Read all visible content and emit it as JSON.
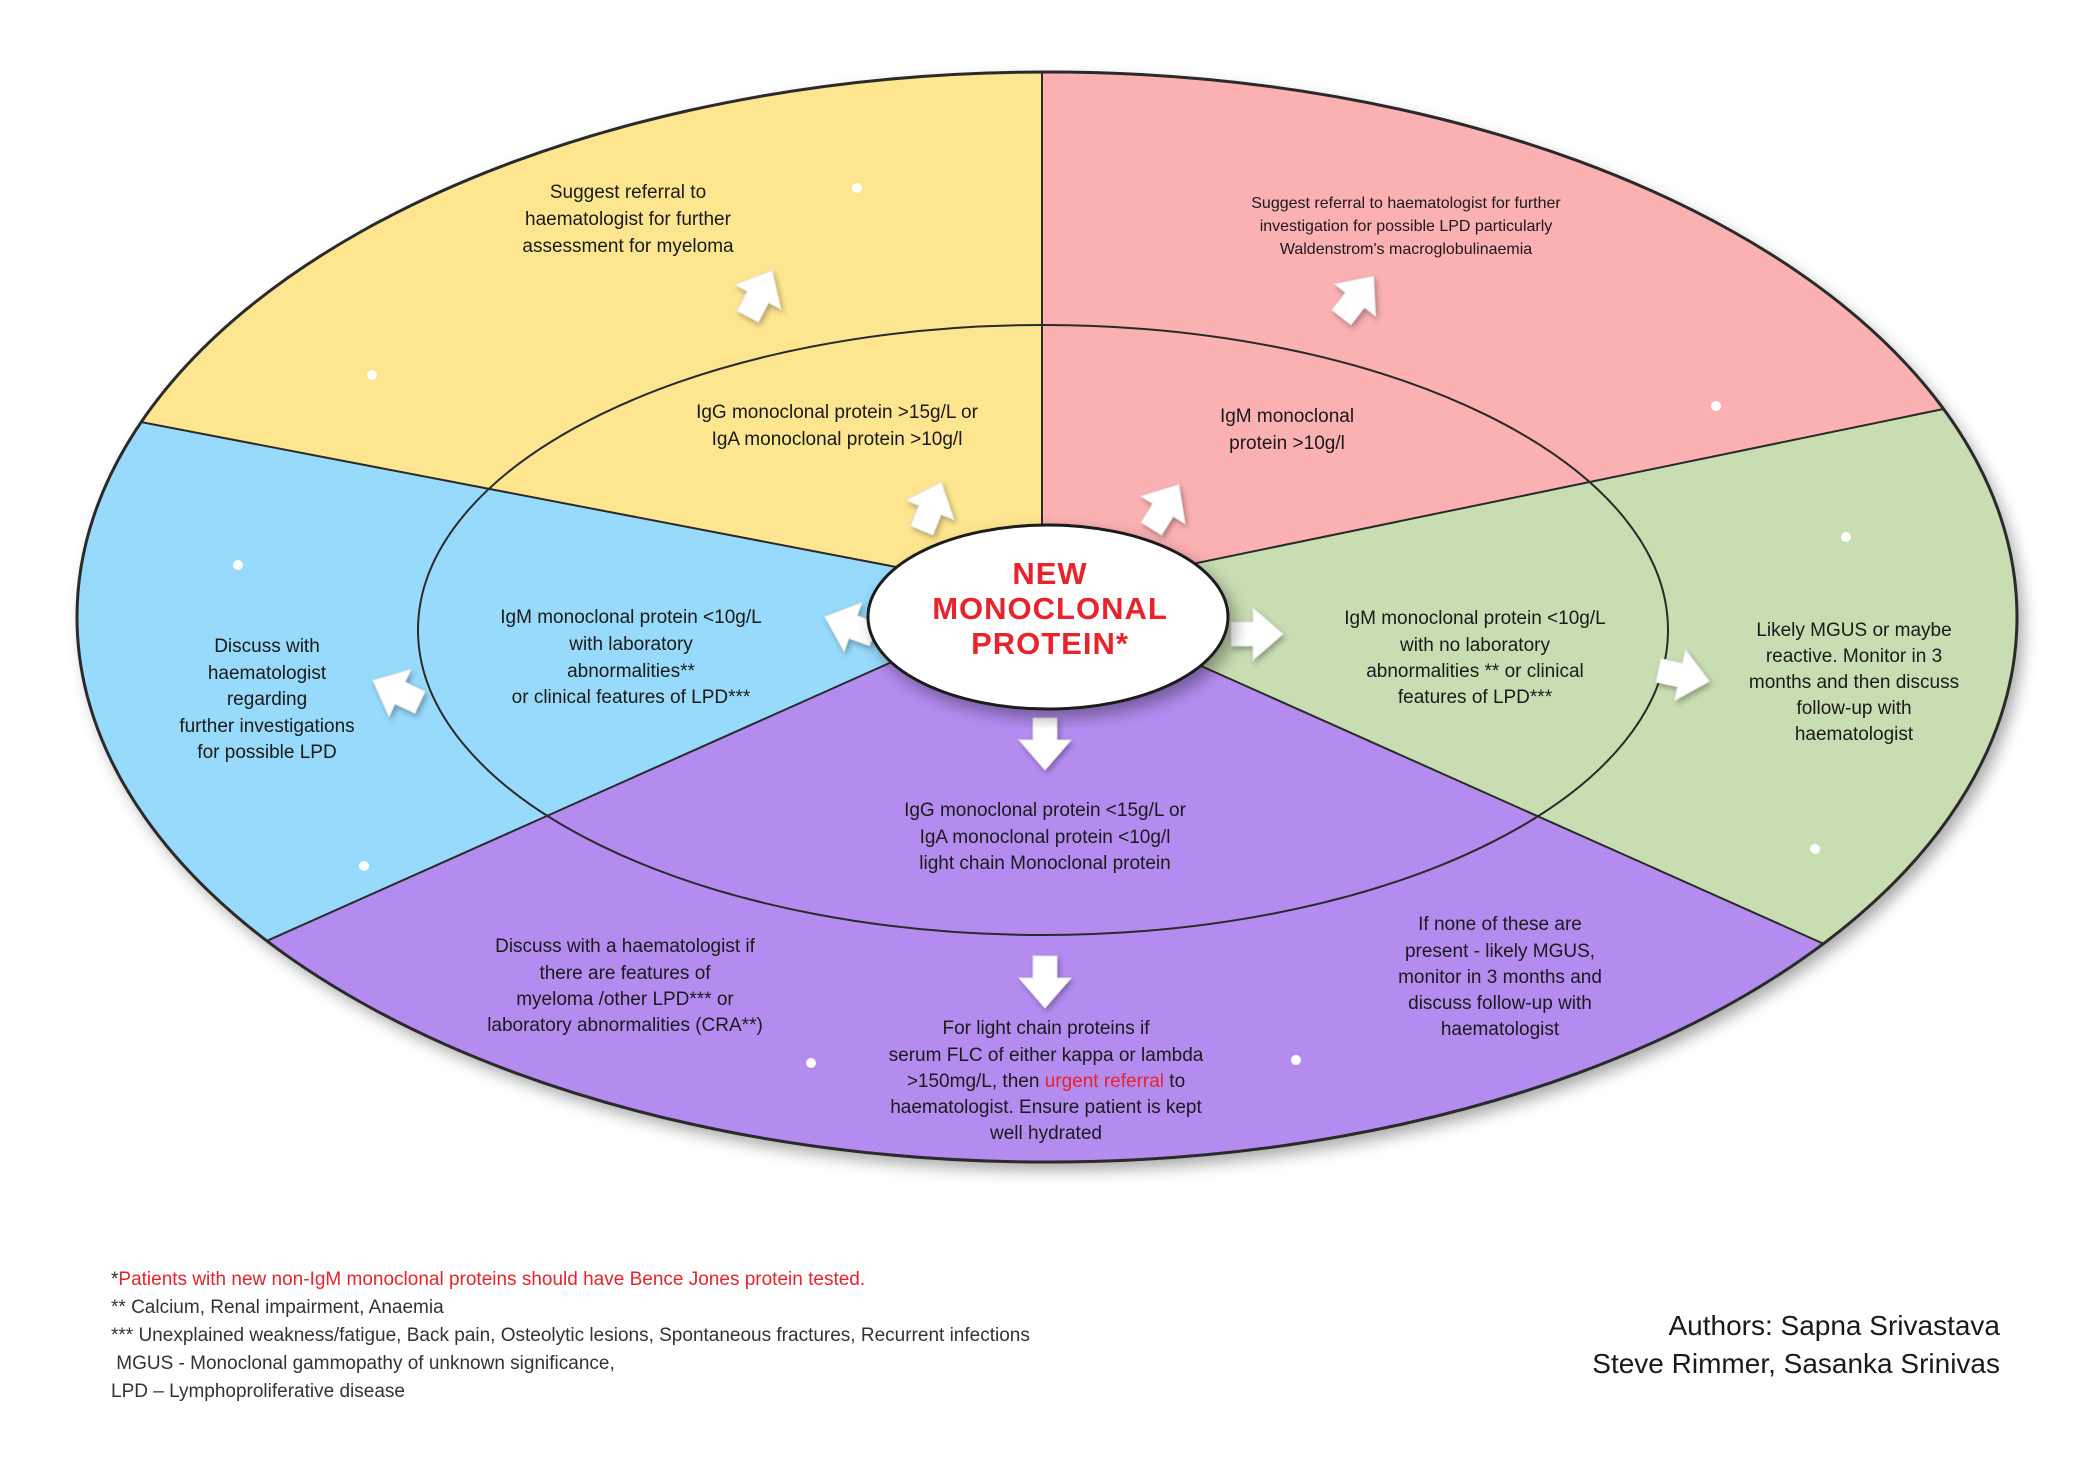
{
  "center": {
    "lines": [
      "NEW",
      "MONOCLONAL",
      "PROTEIN*"
    ]
  },
  "segments": {
    "yellow": {
      "color": "#fde68f",
      "inner_lines": [
        "IgG monoclonal protein >15g/L or",
        "IgA monoclonal protein >10g/l"
      ],
      "outer_lines": [
        "Suggest referral to",
        "haematologist for further",
        "assessment for myeloma"
      ]
    },
    "pink": {
      "color": "#fbb0b2",
      "inner_lines": [
        "IgM monoclonal",
        "protein >10g/l"
      ],
      "outer_lines": [
        "Suggest referral to haematologist for further",
        "investigation for possible LPD particularly",
        "Waldenstrom's macroglobulinaemia"
      ]
    },
    "blue": {
      "color": "#97dafb",
      "inner_lines": [
        "IgM monoclonal protein <10g/L",
        "with laboratory",
        "abnormalities**",
        "or clinical features of LPD***"
      ],
      "outer_lines": [
        "Discuss with",
        "haematologist",
        "regarding",
        "further investigations",
        "for possible LPD"
      ]
    },
    "green": {
      "color": "#c9ddb2",
      "inner_lines": [
        "IgM monoclonal protein <10g/L",
        "with no laboratory",
        "abnormalities ** or clinical",
        "features of LPD***"
      ],
      "outer_lines": [
        "Likely MGUS or maybe",
        "reactive. Monitor in 3",
        "months and then discuss",
        "follow-up with",
        "haematologist"
      ]
    },
    "purple": {
      "color": "#b48cf0",
      "inner_lines": [
        "IgG monoclonal protein <15g/L or",
        "IgA monoclonal protein <10g/l",
        "light chain Monoclonal protein"
      ],
      "outer_left_lines": [
        "Discuss with a haematologist if",
        "there are features of",
        "myeloma /other LPD*** or",
        "laboratory abnormalities (CRA**)"
      ],
      "outer_right_lines": [
        "If none of these are",
        "present - likely MGUS,",
        "monitor in 3 months and",
        "discuss follow-up with",
        "haematologist"
      ],
      "outer_bottom": {
        "line1": "For light chain proteins if",
        "line2": "serum FLC of either kappa or lambda",
        "line3_pre": ">150mg/L, then ",
        "line3_red": "urgent referral",
        "line3_post": " to",
        "line4": "haematologist. Ensure patient is kept",
        "line5": "well hydrated"
      }
    }
  },
  "footnotes": {
    "note1_star": "*",
    "note1_red": "Patients with new non-IgM monoclonal proteins should have Bence Jones protein tested.",
    "note2": "** Calcium, Renal impairment, Anaemia",
    "note3": "*** Unexplained weakness/fatigue, Back pain, Osteolytic lesions, Spontaneous fractures, Recurrent infections",
    "note4": " MGUS - Monoclonal gammopathy of unknown significance,",
    "note5": "LPD – Lymphoproliferative disease"
  },
  "authors": {
    "line1": "Authors: Sapna Srivastava",
    "line2": "Steve Rimmer, Sasanka Srinivas"
  },
  "colors": {
    "accent_red": "#e8232b",
    "arrow_fill": "#ffffff",
    "outline": "#2a2a2a"
  }
}
